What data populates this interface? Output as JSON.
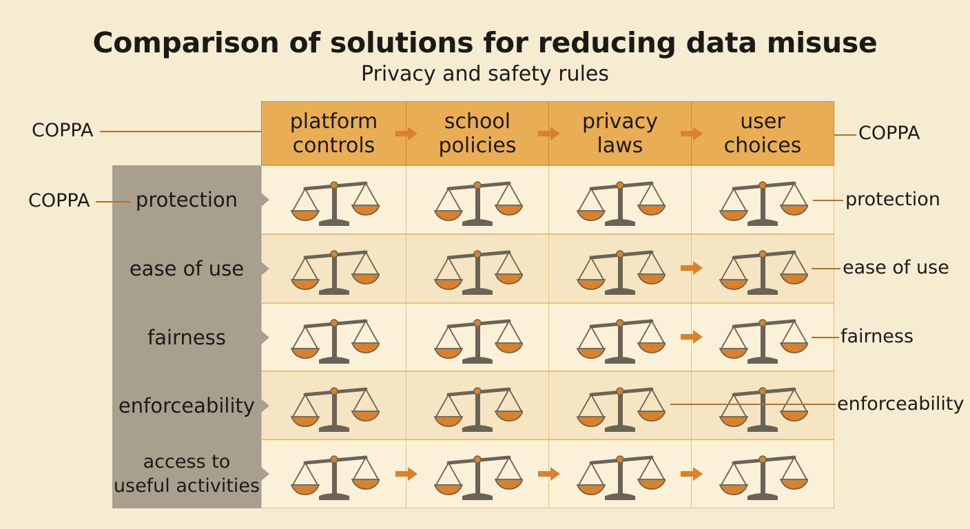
{
  "title": "Comparison of solutions for reducing data misuse",
  "subtitle": "Privacy and safety rules",
  "columns": [
    {
      "line1": "platform",
      "line2": "controls"
    },
    {
      "line1": "school",
      "line2": "policies"
    },
    {
      "line1": "privacy",
      "line2": "laws"
    },
    {
      "line1": "user",
      "line2": "choices"
    }
  ],
  "rows": [
    {
      "line1": "protection",
      "line2": ""
    },
    {
      "line1": "ease of use",
      "line2": ""
    },
    {
      "line1": "fairness",
      "line2": ""
    },
    {
      "line1": "enforceability",
      "line2": ""
    },
    {
      "line1": "access to",
      "line2": "useful activities"
    }
  ],
  "callouts": {
    "header_left": "COPPA",
    "header_right": "COPPA",
    "row_left": "COPPA",
    "right_labels": [
      "protection",
      "ease of use",
      "fairness",
      "enforceability"
    ]
  },
  "icons": {
    "cell_icon": "balance-scale-icon",
    "connector_icon": "arrow-right-icon"
  },
  "colors": {
    "header_fill": "#e9ad55",
    "row_label_fill": "#a99f8f",
    "accent_orange": "#d9822b",
    "scale_post": "#6b6355",
    "background": "#f6ecd2"
  }
}
